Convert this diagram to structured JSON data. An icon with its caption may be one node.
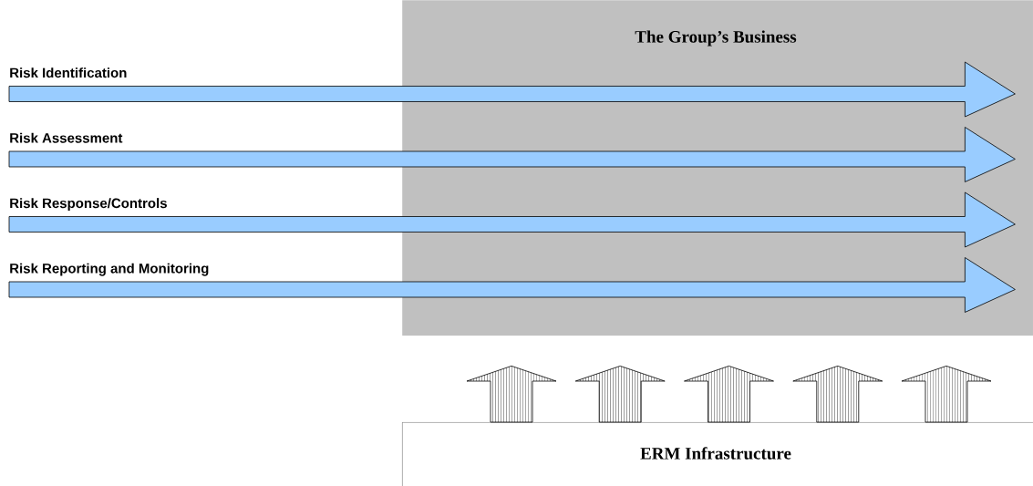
{
  "diagram": {
    "nodes": [
      {
        "text": [
          "The Group’s Business"
        ]
      },
      {
        "text": [
          "ERM Infrastructure"
        ]
      },
      {
        "text": [
          "Risk Identification"
        ]
      },
      {
        "text": [
          "Risk Assessment"
        ]
      },
      {
        "text": [
          "Risk Response/Controls"
        ]
      },
      {
        "text": [
          "Risk Reporting and Monitoring"
        ]
      }
    ],
    "edges": [
      {
        "from": 2,
        "to": 0,
        "arrow": "to"
      },
      {
        "from": 3,
        "to": 0,
        "arrow": "to"
      },
      {
        "from": 4,
        "to": 0,
        "arrow": "to"
      },
      {
        "from": 5,
        "to": 0,
        "arrow": "to"
      },
      {
        "from": 1,
        "to": 0,
        "arrow": "to"
      },
      {
        "from": 1,
        "to": 0,
        "arrow": "to"
      },
      {
        "from": 1,
        "to": 0,
        "arrow": "to"
      },
      {
        "from": 1,
        "to": 0,
        "arrow": "to"
      },
      {
        "from": 1,
        "to": 0,
        "arrow": "to"
      }
    ]
  }
}
